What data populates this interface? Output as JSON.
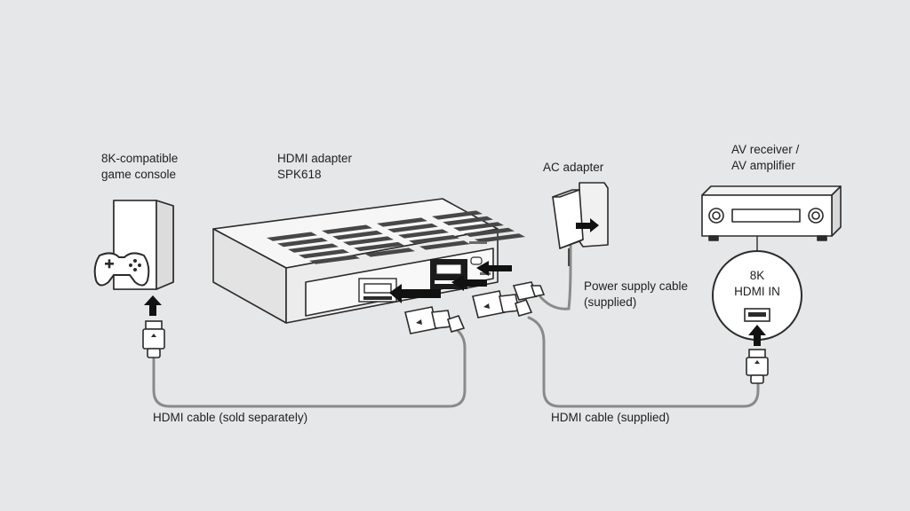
{
  "labels": {
    "game_console": [
      "8K-compatible",
      "game console"
    ],
    "hdmi_adapter": [
      "HDMI adapter",
      "SPK618"
    ],
    "ac_adapter": "AC adapter",
    "av_receiver": [
      "AV receiver /",
      "AV amplifier"
    ],
    "hdmi_in_badge": [
      "8K",
      "HDMI IN"
    ],
    "power_cable": [
      "Power supply cable",
      "(supplied)"
    ],
    "hdmi_cable_separate": "HDMI cable (sold separately)",
    "hdmi_cable_supplied": "HDMI cable (supplied)"
  },
  "colors": {
    "background": "#e6e7e8",
    "device_fill": "#f4f4f4",
    "outline": "#2b2b2b",
    "arrow": "#111111"
  }
}
